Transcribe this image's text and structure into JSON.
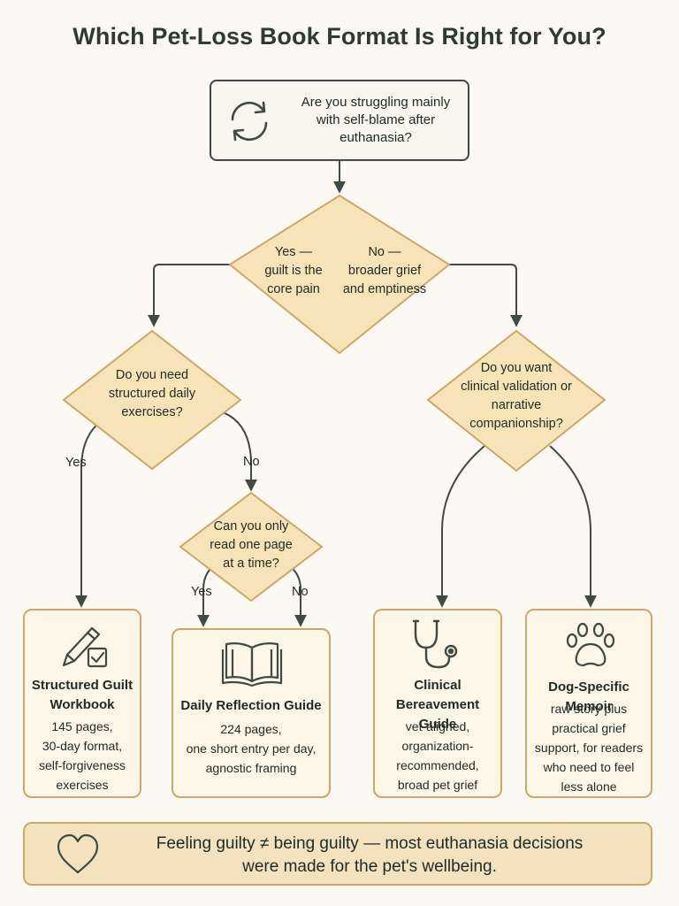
{
  "title": "Which Pet-Loss Book Format Is Right for You?",
  "start": {
    "question": "Are you struggling mainly\nwith self-blame after\neuthanasia?",
    "icon": "cycle-arrows-icon"
  },
  "decision1": {
    "yes": "Yes —\nguilt is the\ncore pain",
    "no": "No —\nbroader grief\nand emptiness"
  },
  "left_question": {
    "text": "Do you need\nstructured daily\nexercises?",
    "yes": "Yes",
    "no": "No"
  },
  "right_question": {
    "text": "Do you want\nclinical validation or\nnarrative\ncompanionship?"
  },
  "sub_question": {
    "text": "Can you only\nread one page\nat a time?",
    "yes": "Yes",
    "no": "No"
  },
  "results": [
    {
      "title": "Structured Guilt\nWorkbook",
      "desc": "145 pages,\n30-day format,\nself-forgiveness\nexercises",
      "icon": "pencil-checkbox-icon"
    },
    {
      "title": "Daily Reflection Guide",
      "desc": "224 pages,\none short entry per day,\nagnostic framing",
      "icon": "open-book-icon"
    },
    {
      "title": "Clinical Bereavement\nGuide",
      "desc": "vet-aligned,\norganization-\nrecommended,\nbroad pet grief",
      "icon": "stethoscope-icon"
    },
    {
      "title": "Dog-Specific Memoir",
      "desc": "raw story plus\npractical grief\nsupport, for readers\nwho need to feel\nless alone",
      "icon": "paw-print-icon"
    }
  ],
  "banner": {
    "text": "Feeling guilty ≠ being guilty — most euthanasia decisions\nwere made for the pet's wellbeing.",
    "icon": "heart-icon"
  },
  "colors": {
    "background": "#fbf9f2",
    "node_fill": "#f6e4b8",
    "node_border": "#c9a96a",
    "line": "#3e4a42"
  }
}
